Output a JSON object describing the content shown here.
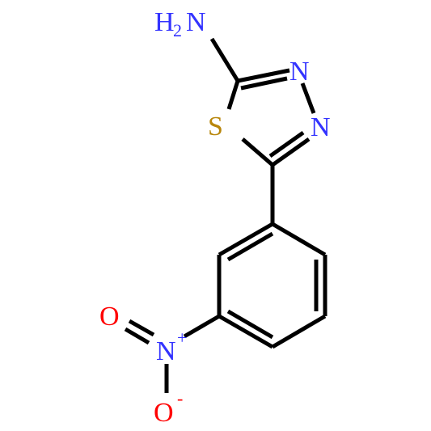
{
  "molecule": {
    "atoms": {
      "amine": {
        "element": "N",
        "prefix": "H",
        "subscript": "2",
        "color": "#3333ff"
      },
      "sulfur": {
        "element": "S",
        "color": "#b8860b"
      },
      "ring_n3": {
        "element": "N",
        "color": "#3333ff"
      },
      "ring_n4": {
        "element": "N",
        "color": "#3333ff"
      },
      "nitro_n": {
        "element": "N",
        "charge": "+",
        "color": "#3333ff"
      },
      "nitro_o_double": {
        "element": "O",
        "color": "#ff0000"
      },
      "nitro_o_single": {
        "element": "O",
        "charge": "-",
        "color": "#ff0000"
      }
    },
    "bond_color": "#000000"
  }
}
